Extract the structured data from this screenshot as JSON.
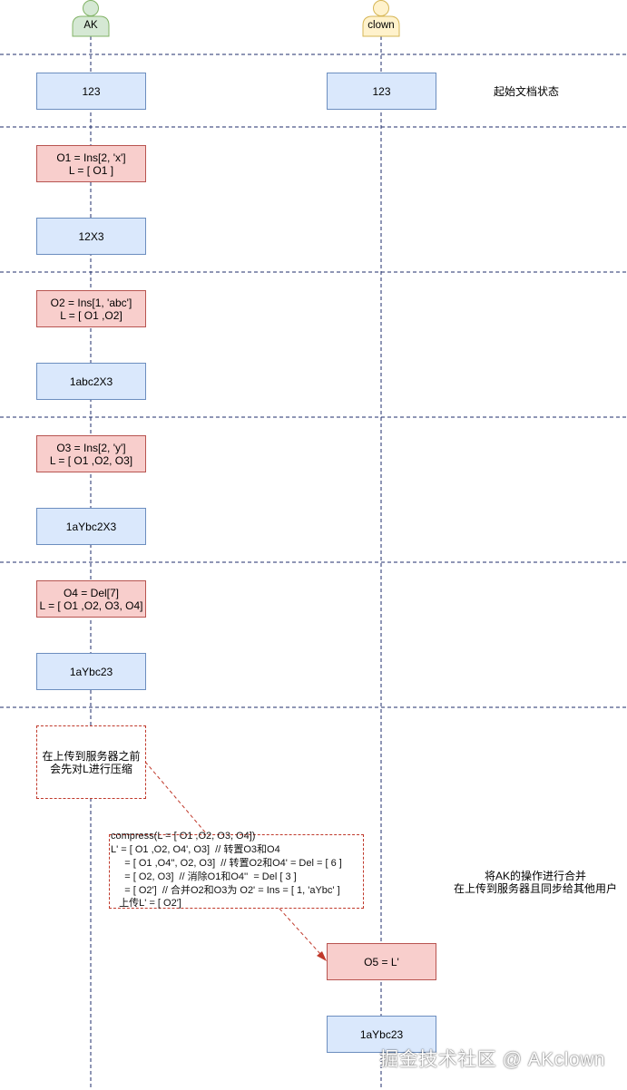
{
  "actors": [
    {
      "name": "AK",
      "color": "#d5e8d4",
      "stroke": "#82b366"
    },
    {
      "name": "clown",
      "color": "#fff2cc",
      "stroke": "#d6b656"
    }
  ],
  "states": {
    "initial_ak": "123",
    "initial_clown": "123",
    "initial_note": "起始文档状态",
    "s1": "12X3",
    "s2": "1abc2X3",
    "s3": "1aYbc2X3",
    "s4": "1aYbc23",
    "final_clown": "1aYbc23"
  },
  "operations": {
    "o1": "O1 = Ins[2, 'x']\nL = [ O1 ]",
    "o2": "O2 = Ins[1, 'abc']\nL = [ O1 ,O2]",
    "o3": "O3 = Ins[2, 'y']\nL = [ O1 ,O2, O3]",
    "o4": "O4 = Del[7]\nL = [ O1 ,O2, O3, O4]",
    "o5": "O5 = L'"
  },
  "compress": {
    "note": "在上传到服务器之前\n会先对L进行压缩",
    "lines": [
      "compress(L = [ O1 ,O2, O3, O4])",
      "L' = [ O1 ,O2, O4', O3]  // 转置O3和O4",
      "     = [ O1 ,O4'', O2, O3]  // 转置O2和O4' = Del = [ 6 ]",
      "     = [ O2, O3]  // 消除O1和O4''  = Del [ 3 ]",
      "     = [ O2']  // 合并O2和O3为 O2' = Ins = [ 1, 'aYbc' ]",
      "   上传L' = [ O2']"
    ]
  },
  "merge_note": "将AK的操作进行合并\n在上传到服务器且同步给其他用户",
  "watermark": "掘金技术社区 @ AKclown"
}
